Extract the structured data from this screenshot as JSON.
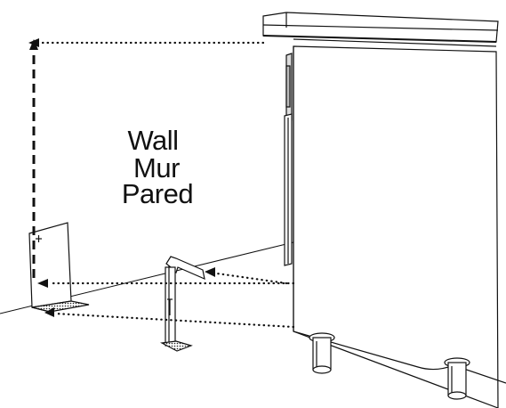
{
  "labels": {
    "line1": "Wall",
    "line2": "Mur",
    "line3": "Pared"
  },
  "colors": {
    "ink": "#111111",
    "paper": "#ffffff",
    "fill_light": "#f4f4f4",
    "fill_mid": "#d8d8d8"
  }
}
